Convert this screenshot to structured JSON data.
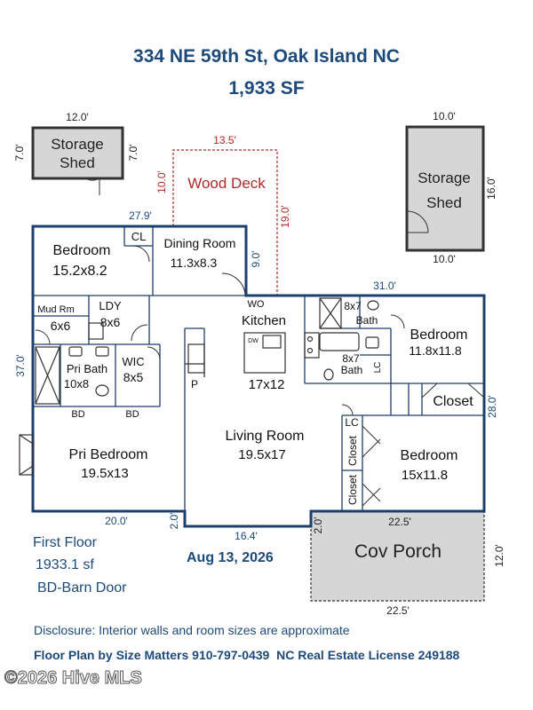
{
  "header": {
    "address": "334 NE 59th St, Oak Island NC",
    "area": "1,933 SF"
  },
  "outbuildings": {
    "shed_left": {
      "line1": "Storage",
      "line2": "Shed",
      "width": "12.0'",
      "height_left": "7.0'",
      "height_right": "7.0'"
    },
    "shed_right": {
      "line1": "Storage",
      "line2": "Shed",
      "width_top": "10.0'",
      "width_bottom": "10.0'",
      "height": "16.0'"
    },
    "deck": {
      "label": "Wood Deck",
      "width": "13.5'",
      "height_left": "10.0'",
      "height_right": "19.0'"
    },
    "porch": {
      "label": "Cov Porch",
      "width_top": "22.5'",
      "width_bottom": "22.5'",
      "height": "12.0'",
      "offset": "2.0'"
    }
  },
  "dimensions": {
    "top_left": "27.9'",
    "top_right": "31.0'",
    "left": "37.0'",
    "right": "28.0'",
    "bottom_left": "20.0'",
    "bottom_mid": "16.4'",
    "step_left": "2.0'",
    "stair": "9.0'"
  },
  "rooms": {
    "bedroom_nw": {
      "label": "Bedroom",
      "size": "15.2x8.2"
    },
    "dining": {
      "label": "Dining Room",
      "size": "11.3x8.3"
    },
    "cl": "CL",
    "mudrm": {
      "label": "Mud Rm",
      "size": "6x6"
    },
    "ldy": {
      "label": "LDY",
      "size": "8x6"
    },
    "pri_bath": {
      "label": "Pri Bath",
      "size": "10x8"
    },
    "wic": {
      "label": "WIC",
      "size": "8x5"
    },
    "bd_left": "BD",
    "bd_right": "BD",
    "pantry": "P",
    "wo": "WO",
    "kitchen": {
      "label": "Kitchen",
      "size": "17x12"
    },
    "dw": "DW",
    "bath_a": {
      "size": "8x7",
      "label": "Bath"
    },
    "bath_b": {
      "size": "8x7",
      "label": "Bath"
    },
    "lc_a": "LC",
    "lc_b": "LC",
    "bedroom_ne": {
      "label": "Bedroom",
      "size": "11.8x11.8"
    },
    "closet_hall": "Closet",
    "closet_v1": "Closet",
    "closet_v2": "Closet",
    "living": {
      "label": "Living Room",
      "size": "19.5x17"
    },
    "pri_bedroom": {
      "label": "Pri Bedroom",
      "size": "19.5x13"
    },
    "bedroom_se": {
      "label": "Bedroom",
      "size": "15x11.8"
    }
  },
  "notes": {
    "floor": "First Floor",
    "sf": "1933.1 sf",
    "barn": "BD-Barn Door",
    "date": "Aug 13, 2026",
    "disclosure": "Disclosure: Interior walls and room sizes are approximate",
    "credit": "Floor Plan by Size Matters 910-797-0439  NC Real Estate License 249188",
    "watermark": "©2026 Hive MLS"
  },
  "colors": {
    "wall": "#1d3f6b",
    "title": "#1d4a7a",
    "deck": "#b02a2a",
    "shed_fill": "#d6d6d6",
    "dim": "#1d4a7a"
  }
}
